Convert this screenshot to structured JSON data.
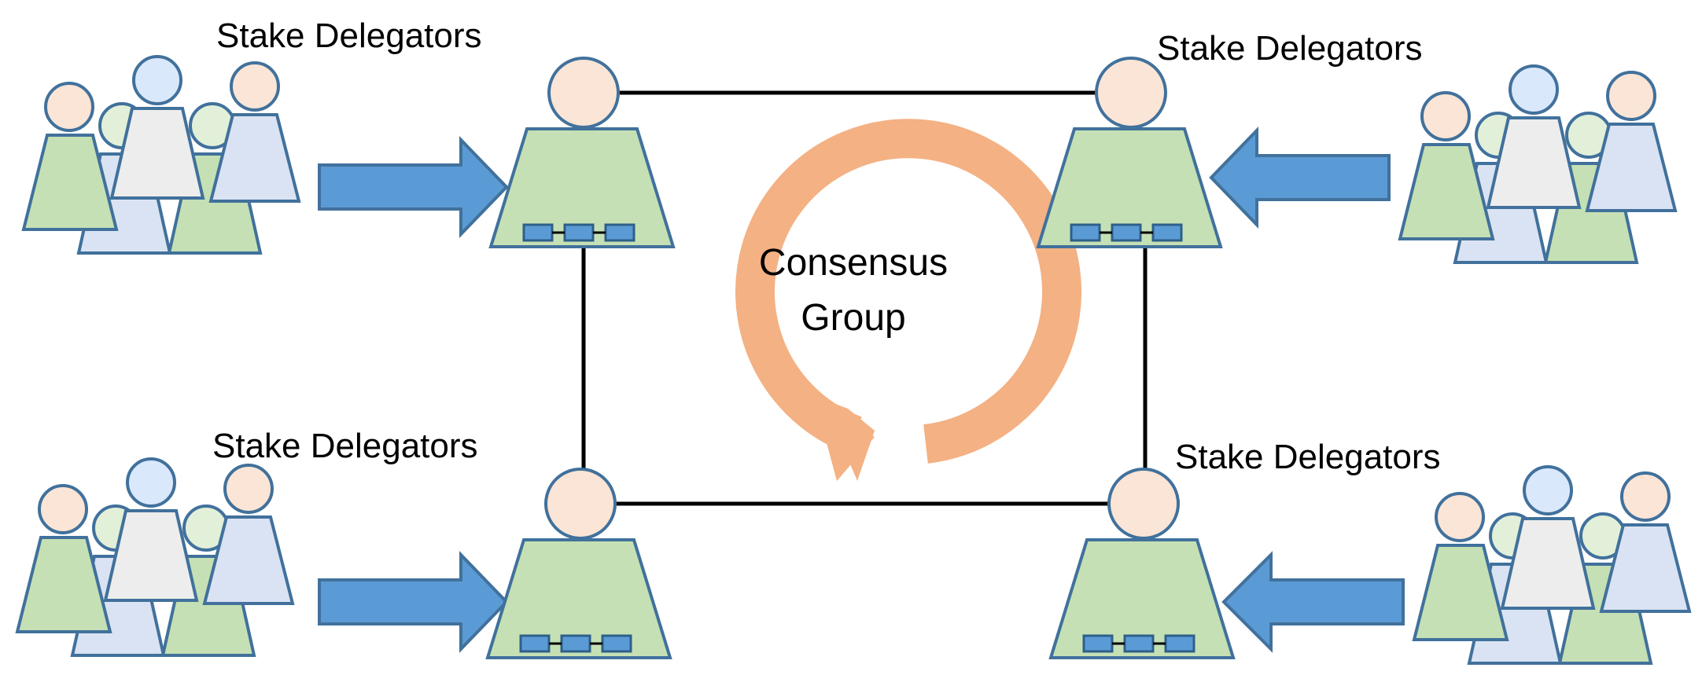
{
  "diagram": {
    "group_labels": [
      "Stake Delegators",
      "Stake Delegators",
      "Stake Delegators",
      "Stake Delegators"
    ],
    "center_label_line1": "Consensus",
    "center_label_line2": "Group"
  },
  "colors": {
    "head_peach": "#fbe5d6",
    "head_blue": "#dae8fc",
    "head_mint": "#e2f0d9",
    "body_green": "#c5e0b4",
    "body_lightblue": "#dae3f3",
    "body_gray": "#ededed",
    "stroke": "#41719c",
    "arrow_blue": "#5b9bd5",
    "cycle_orange": "#f4b183",
    "link_black": "#000000"
  }
}
